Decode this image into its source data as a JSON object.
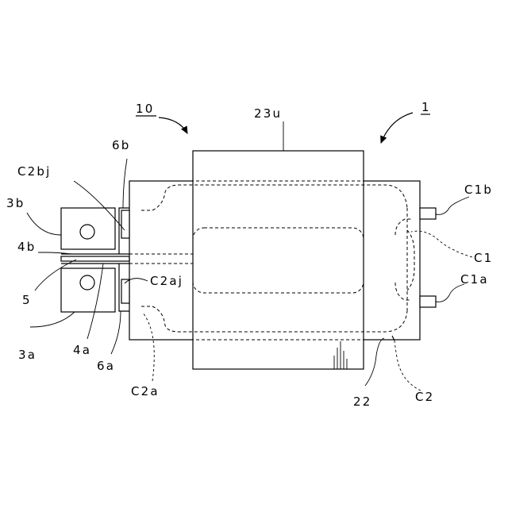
{
  "labels": {
    "fig_10": "10",
    "fig_1": "1",
    "l_23u": "23u",
    "l_6b": "6b",
    "l_c2bj": "C2bj",
    "l_3b": "3b",
    "l_4b": "4b",
    "l_5": "5",
    "l_3a": "3a",
    "l_4a": "4a",
    "l_6a": "6a",
    "l_c2aj": "C2aj",
    "l_c2a": "C2a",
    "l_c1b": "C1b",
    "l_c1": "C1",
    "l_c1a": "C1a",
    "l_22": "22",
    "l_c2": "C2"
  },
  "colors": {
    "line": "#000000",
    "background": "#ffffff"
  }
}
